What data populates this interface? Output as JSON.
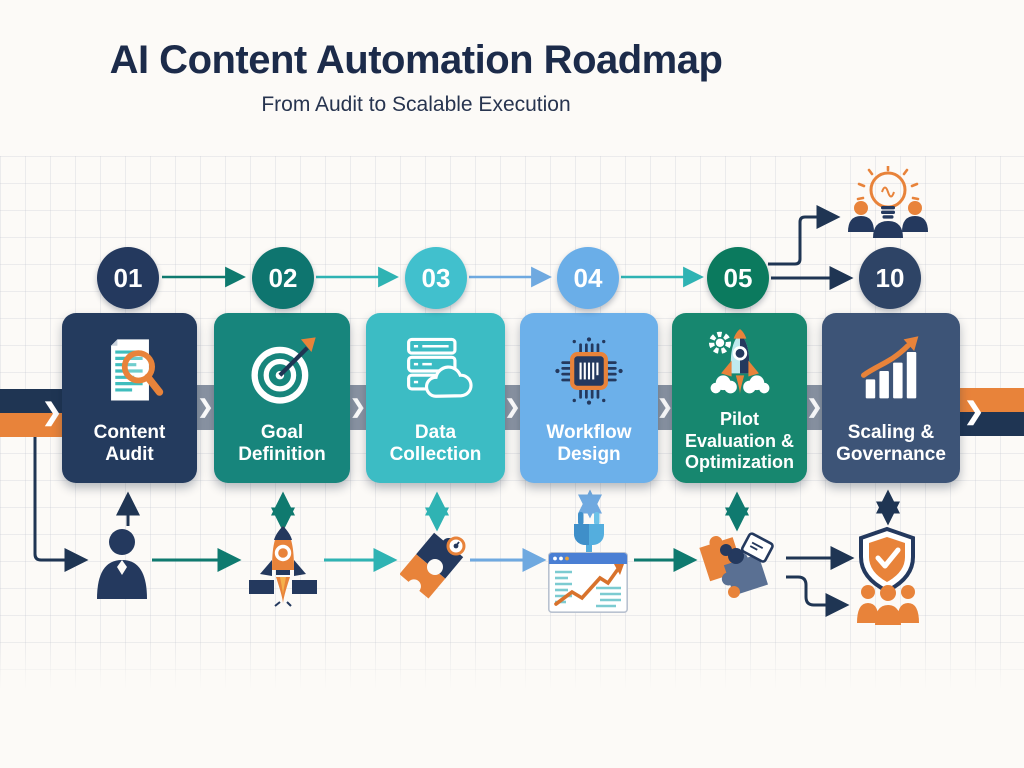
{
  "title": {
    "text": "AI Content Automation Roadmap",
    "subtitle": "From Audit to Scalable Execution"
  },
  "steps": [
    {
      "number": "01",
      "label": "Content Audit",
      "icon": "document-magnifier-icon",
      "circle_color": "#24395e",
      "card_color": "#243b5e"
    },
    {
      "number": "02",
      "label": "Goal Definition",
      "icon": "target-arrow-icon",
      "circle_color": "#0e756f",
      "card_color": "#17857c"
    },
    {
      "number": "03",
      "label": "Data Collection",
      "icon": "server-cloud-icon",
      "circle_color": "#41c0cd",
      "card_color": "#3cbcc4"
    },
    {
      "number": "04",
      "label": "Workflow Design",
      "icon": "microchip-icon",
      "circle_color": "#6aaee8",
      "card_color": "#6cb0ea"
    },
    {
      "number": "05",
      "label": "Pilot Evaluation & Optimization",
      "icon": "rocket-gear-icon",
      "circle_color": "#0b7a5e",
      "card_color": "#17876f"
    },
    {
      "number": "10",
      "label": "Scaling & Governance",
      "icon": "bar-chart-growth-icon",
      "circle_color": "#2e4466",
      "card_color": "#3d5477"
    }
  ],
  "chevron": "❯",
  "top_icon": {
    "name": "lightbulb-team-icon"
  },
  "bottom_icons": [
    {
      "name": "analyst-person-icon"
    },
    {
      "name": "rocket-launch-icon"
    },
    {
      "name": "puzzle-pieces-icon"
    },
    {
      "name": "plug-icon"
    },
    {
      "name": "analytics-browser-icon"
    },
    {
      "name": "puzzle-integration-tag-icon"
    },
    {
      "name": "shield-check-icon"
    },
    {
      "name": "team-icon"
    }
  ],
  "colors": {
    "background": "#fcfaf7",
    "title_text": "#1c2b4a",
    "navy": "#1f3553",
    "orange": "#e8833a",
    "teal": "#0f7a6f",
    "aqua": "#2fb3b3",
    "light_blue": "#6fa9e0",
    "gray_band": "#8b95a4"
  }
}
